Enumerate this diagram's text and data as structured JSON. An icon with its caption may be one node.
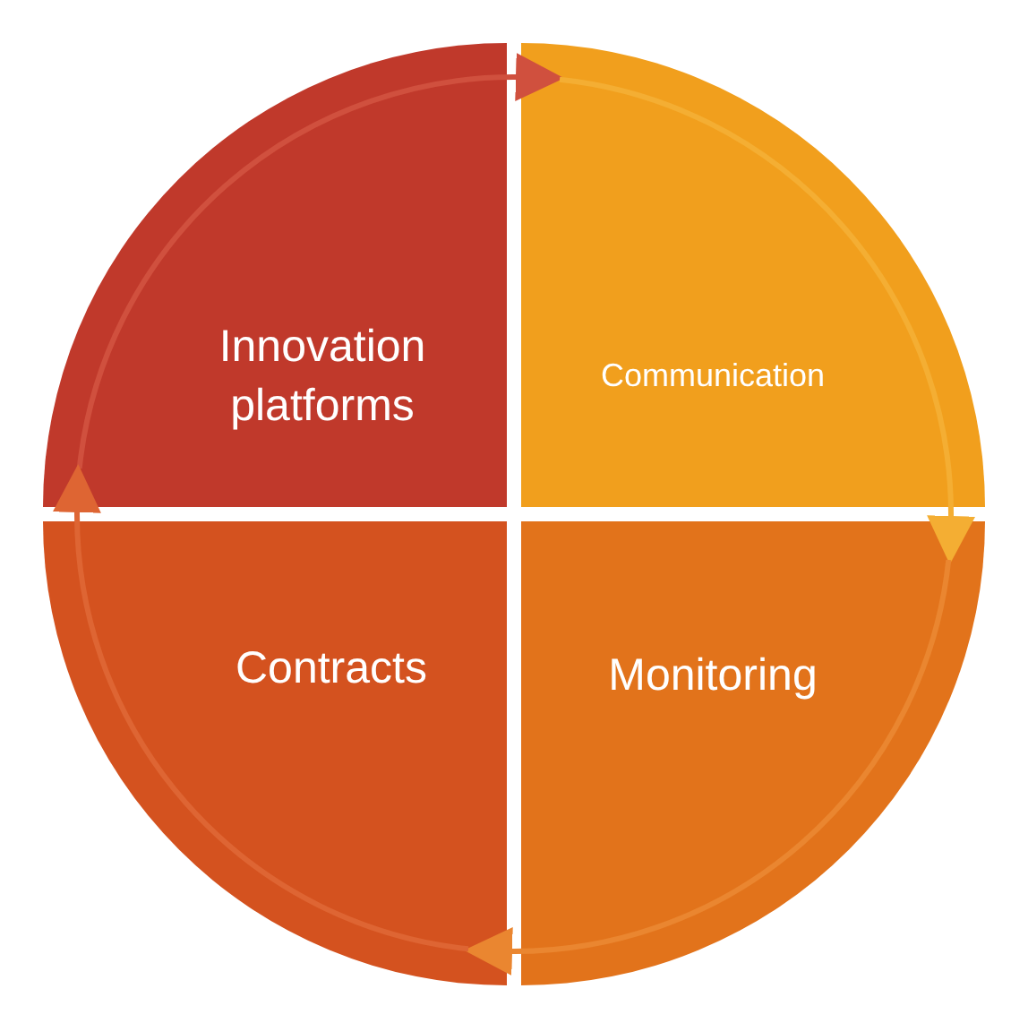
{
  "diagram": {
    "nodes": [
      {
        "text": [
          "Innovation platforms"
        ]
      },
      {
        "text": [
          "Communication"
        ]
      },
      {
        "text": [
          "Monitoring"
        ]
      },
      {
        "text": [
          "Contracts"
        ]
      }
    ],
    "edges": [
      {
        "from": 0,
        "to": 1,
        "arrow": "to",
        "color": "#d0503e"
      },
      {
        "from": 1,
        "to": 2,
        "arrow": "to",
        "color": "#f4ae33"
      },
      {
        "from": 2,
        "to": 3,
        "arrow": "to",
        "color": "#ea8630"
      },
      {
        "from": 3,
        "to": 0,
        "arrow": "to",
        "color": "#de6533"
      }
    ]
  }
}
